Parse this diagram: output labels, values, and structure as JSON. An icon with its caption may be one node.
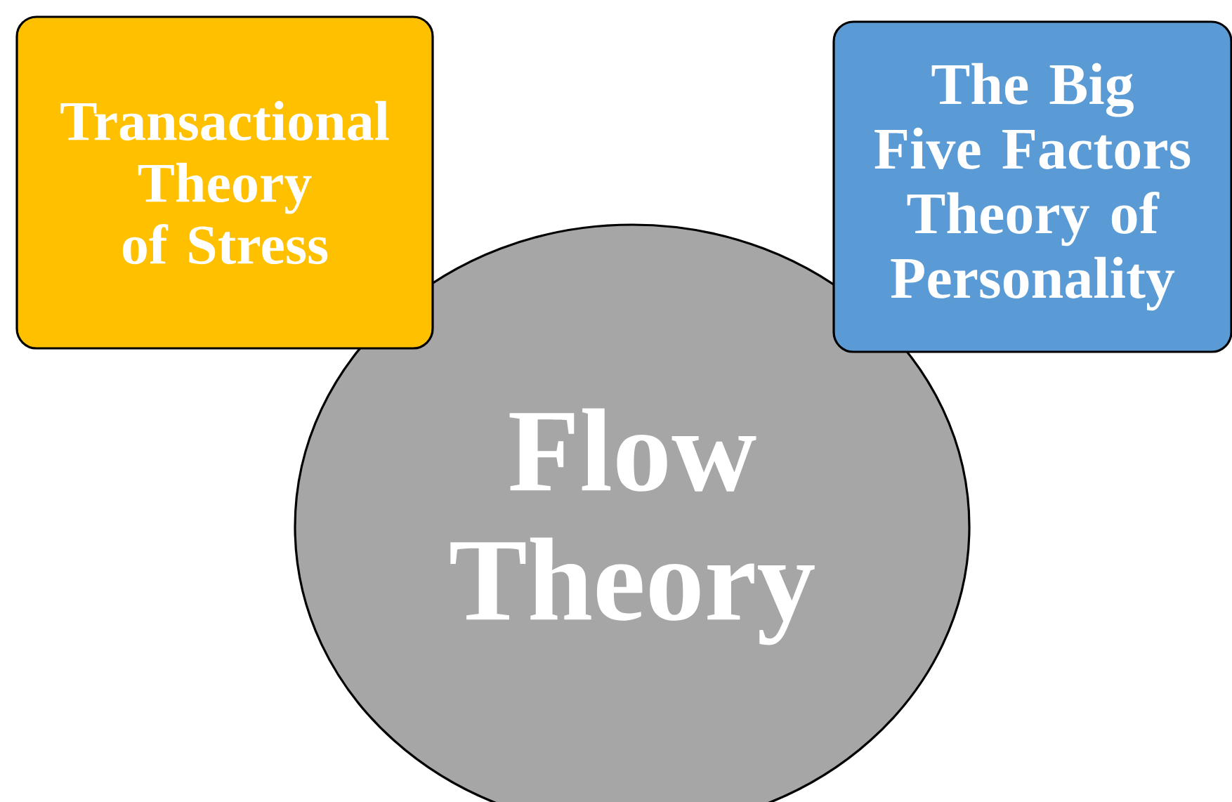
{
  "diagram": {
    "nodes": [
      {
        "text": [
          "Transactional Theory of Stress"
        ]
      },
      {
        "text": [
          "The Big Five Factors Theory of Personality"
        ]
      },
      {
        "text": [
          "Flow Theory"
        ]
      }
    ]
  }
}
